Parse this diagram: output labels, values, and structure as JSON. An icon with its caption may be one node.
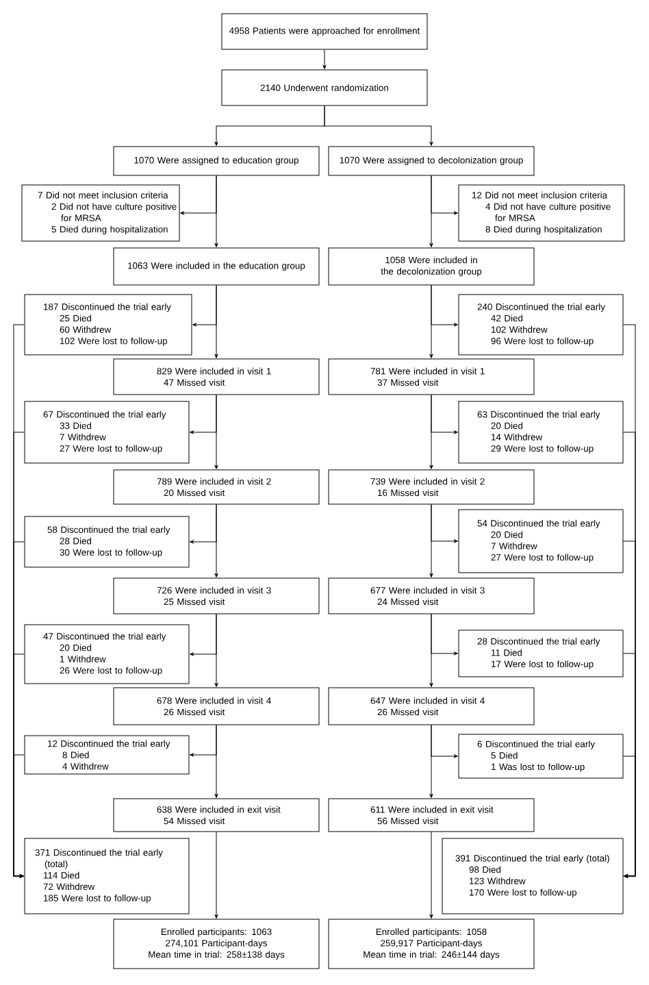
{
  "diagram": {
    "nodes": [
      {
        "text": [
          "4958 Patients were approached for enrollment"
        ]
      },
      {
        "text": [
          "2140 Underwent randomization"
        ]
      },
      {
        "text": [
          "1070 Were assigned to education group"
        ]
      },
      {
        "text": [
          "1070 Were assigned to decolonization group"
        ]
      },
      {
        "text": [
          "7 Did not meet inclusion criteria",
          "2 Did not have culture positive for MRSA",
          "5 Died during hospitalization"
        ]
      },
      {
        "text": [
          "12 Did not meet inclusion criteria",
          "4 Did not have culture positive for MRSA",
          "8 Died during hospitalization"
        ]
      },
      {
        "text": [
          "1063 Were included in the education group"
        ]
      },
      {
        "text": [
          "1058 Were included in the decolonization group"
        ]
      },
      {
        "text": [
          "187 Discontinued the trial early",
          "25 Died",
          "60 Withdrew",
          "102 Were lost to follow-up"
        ]
      },
      {
        "text": [
          "240 Discontinued the trial early",
          "42 Died",
          "102 Withdrew",
          "96 Were lost to follow-up"
        ]
      },
      {
        "text": [
          "829 Were included in visit 1",
          "47 Missed visit"
        ]
      },
      {
        "text": [
          "781 Were included in visit 1",
          "37 Missed visit"
        ]
      },
      {
        "text": [
          "67 Discontinued the trial early",
          "33 Died",
          "7 Withdrew",
          "27 Were lost to follow-up"
        ]
      },
      {
        "text": [
          "63 Discontinued the trial early",
          "20 Died",
          "14 Withdrew",
          "29 Were lost to follow-up"
        ]
      },
      {
        "text": [
          "789 Were included in visit 2",
          "20 Missed visit"
        ]
      },
      {
        "text": [
          "739 Were included in visit 2",
          "16 Missed visit"
        ]
      },
      {
        "text": [
          "58 Discontinued the trial early",
          "28 Died",
          "30 Were lost to follow-up"
        ]
      },
      {
        "text": [
          "54 Discontinued the trial early",
          "20 Died",
          "7 Withdrew",
          "27 Were lost to follow-up"
        ]
      },
      {
        "text": [
          "726 Were included in visit 3",
          "25 Missed visit"
        ]
      },
      {
        "text": [
          "677 Were included in visit 3",
          "24 Missed visit"
        ]
      },
      {
        "text": [
          "47 Discontinued the trial early",
          "20 Died",
          "1 Withdrew",
          "26 Were lost to follow-up"
        ]
      },
      {
        "text": [
          "28 Discontinued the trial early",
          "11 Died",
          "17 Were lost to follow-up"
        ]
      },
      {
        "text": [
          "678 Were included in visit 4",
          "26 Missed visit"
        ]
      },
      {
        "text": [
          "647 Were included in visit 4",
          "26 Missed visit"
        ]
      },
      {
        "text": [
          "12 Discontinued the trial early",
          "8 Died",
          "4 Withdrew"
        ]
      },
      {
        "text": [
          "6 Discontinued the trial early",
          "5 Died",
          "1 Was lost to follow-up"
        ]
      },
      {
        "text": [
          "638 Were included in exit visit",
          "54 Missed visit"
        ]
      },
      {
        "text": [
          "611 Were included in exit visit",
          "56 Missed visit"
        ]
      },
      {
        "text": [
          "371 Discontinued the trial early (total)",
          "114 Died",
          "72 Withdrew",
          "185 Were lost to follow-up"
        ]
      },
      {
        "text": [
          "391 Discontinued the trial early (total)",
          "98 Died",
          "123 Withdrew",
          "170 Were lost to follow-up"
        ]
      },
      {
        "text": [
          "Enrolled participants: 1063",
          "274,101 Participant-days",
          "Mean time in trial: 258±138 days"
        ]
      },
      {
        "text": [
          "Enrolled participants: 1058",
          "259,917 Participant-days",
          "Mean time in trial: 246±144 days"
        ]
      }
    ],
    "edges": [
      {
        "from": 0,
        "to": 1,
        "arrow": "to"
      },
      {
        "from": 1,
        "to": 2,
        "arrow": "to"
      },
      {
        "from": 1,
        "to": 3,
        "arrow": "to"
      },
      {
        "from": 2,
        "to": 4,
        "arrow": "to"
      },
      {
        "from": 2,
        "to": 6,
        "arrow": "to"
      },
      {
        "from": 3,
        "to": 5,
        "arrow": "to"
      },
      {
        "from": 3,
        "to": 7,
        "arrow": "to"
      },
      {
        "from": 6,
        "to": 8,
        "arrow": "to"
      },
      {
        "from": 6,
        "to": 10,
        "arrow": "to"
      },
      {
        "from": 7,
        "to": 9,
        "arrow": "to"
      },
      {
        "from": 7,
        "to": 11,
        "arrow": "to"
      },
      {
        "from": 10,
        "to": 12,
        "arrow": "to"
      },
      {
        "from": 10,
        "to": 14,
        "arrow": "to"
      },
      {
        "from": 11,
        "to": 13,
        "arrow": "to"
      },
      {
        "from": 11,
        "to": 15,
        "arrow": "to"
      },
      {
        "from": 14,
        "to": 16,
        "arrow": "to"
      },
      {
        "from": 14,
        "to": 18,
        "arrow": "to"
      },
      {
        "from": 15,
        "to": 17,
        "arrow": "to"
      },
      {
        "from": 15,
        "to": 19,
        "arrow": "to"
      },
      {
        "from": 18,
        "to": 20,
        "arrow": "to"
      },
      {
        "from": 18,
        "to": 22,
        "arrow": "to"
      },
      {
        "from": 19,
        "to": 21,
        "arrow": "to"
      },
      {
        "from": 19,
        "to": 23,
        "arrow": "to"
      },
      {
        "from": 22,
        "to": 24,
        "arrow": "to"
      },
      {
        "from": 22,
        "to": 26,
        "arrow": "to"
      },
      {
        "from": 23,
        "to": 25,
        "arrow": "to"
      },
      {
        "from": 23,
        "to": 27,
        "arrow": "to"
      },
      {
        "from": 26,
        "to": 30,
        "arrow": "to"
      },
      {
        "from": 27,
        "to": 31,
        "arrow": "to"
      },
      {
        "from": 8,
        "to": 28,
        "arrow": "to"
      },
      {
        "from": 12,
        "to": 28,
        "arrow": "to"
      },
      {
        "from": 16,
        "to": 28,
        "arrow": "to"
      },
      {
        "from": 20,
        "to": 28,
        "arrow": "to"
      },
      {
        "from": 24,
        "to": 28,
        "arrow": "to"
      },
      {
        "from": 9,
        "to": 29,
        "arrow": "to"
      },
      {
        "from": 13,
        "to": 29,
        "arrow": "to"
      },
      {
        "from": 17,
        "to": 29,
        "arrow": "to"
      },
      {
        "from": 21,
        "to": 29,
        "arrow": "to"
      },
      {
        "from": 25,
        "to": 29,
        "arrow": "to"
      }
    ]
  }
}
